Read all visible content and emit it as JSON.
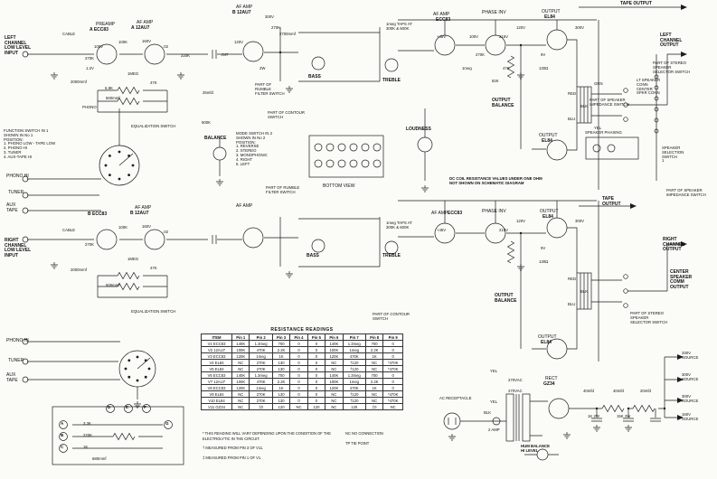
{
  "labels": {
    "tape_output_top": "TAPE OUTPUT",
    "preamp": "PREAMP",
    "v1_type": "A ECC83",
    "af_amp_1": "AF AMP",
    "v2_type": "A 12AU7",
    "left_input": "LEFT\nCHANNEL\nLOW LEVEL\nINPUT",
    "cable_top": "CABLE",
    "af_amp_2": "AF AMP",
    "v2b_type": "B 12AU7",
    "phono": "PHONO",
    "eq_switch_top": "EQUALIZATION SWITCH",
    "function_note": "FUNCTION SWITCH IN 1\nSHOWN IN No 1\nPOSITION:\n1. PHONO LOW - TAPE LOW\n2. PHONO HI\n3. TUNER\n4. AUX-TAPE HI",
    "balance": "BALANCE",
    "mode_note": "MODE SWITCH IN 2\nSHOWN IN No 2\nPOSITION:\n1. REVERSE\n2. STEREO\n3. MONOPHONIC\n4. RIGHT\n5. LEFT",
    "bass_top": "BASS",
    "treble_top": "TREBLE",
    "rumble_top": "PART OF\nRUMBLE\nFILTER SWITCH",
    "contour_top": "PART OF CONTOUR\nSWITCH",
    "taps_top": "1meg TAPS AT\n300K & 600K",
    "loudness": "LOUDNESS",
    "bottom_view": "BOTTOM VIEW",
    "rumble_mid": "PART OF RUMBLE\nFILTER SWITCH",
    "af_amp_3": "AF AMP",
    "v3_type": "ECC83",
    "phase_inv_top": "PHASE INV",
    "output_top_1": "OUTPUT",
    "el84_top_1": "EL84",
    "left_output": "LEFT\nCHANNEL\nOUTPUT",
    "stereo_sel_top": "PART OF STEREO\nSPEAKER\nSELECTOR SWITCH",
    "lt_spkr_conn": "LT SPEAKER\nCONN\nCENTER\nSPKR CONN",
    "output_balance_top": "OUTPUT\nBALANCE",
    "output_top_2": "OUTPUT",
    "el84_top_2": "EL84",
    "speaker_phasing": "SPEAKER PHASING",
    "speaker_selection": "SPEAKER\nSELECTION\nSWITCH\n1",
    "impedance_top": "PART OF SPEAKER\nIMPEDANCE SWITCH",
    "dc_coil_note": "DC COIL RESISTANCE VALUES UNDER ONE OHM\nNOT SHOWN ON SCHEMATIC DIAGRAM",
    "tape_output_mid": "TAPE\nOUTPUT",
    "impedance_mid": "PART OF SPEAKER\nIMPEDANCE SWITCH",
    "v6_type": "B ECC83",
    "af_amp_4": "AF AMP",
    "v7_type": "B 12AU7",
    "right_input": "RIGHT\nCHANNEL\nLOW LEVEL\nINPUT",
    "cable_bottom": "CABLE",
    "af_amp_5": "AF AMP",
    "bass_bottom": "BASS",
    "treble_bottom": "TREBLE",
    "taps_bottom": "1meg TAPS AT\n300K & 600K",
    "af_amp_6": "AF AMP",
    "v8_type": "ECC83",
    "phase_inv_bottom": "PHASE INV",
    "output_bottom_1": "OUTPUT",
    "el84_bottom_1": "EL84",
    "eq_switch_bottom": "EQUALIZATION SWITCH",
    "contour_bottom": "PART OF CONTOUR\nSWITCH",
    "output_balance_bottom": "OUTPUT\nBALANCE",
    "output_bottom_2": "OUTPUT",
    "el84_bottom_2": "EL84",
    "right_output": "RIGHT\nCHANNEL\nOUTPUT",
    "center_speaker": "CENTER\nSPEAKER\nCOMM\nOUTPUT",
    "stereo_sel_bottom": "PART OF STEREO\nSPEAKER\nSELECTOR SWITCH",
    "phono_hi_1": "PHONO HI",
    "tuner_1": "TUNER",
    "aux_tape_1": "AUX\nTAPE",
    "phono_hi_2": "PHONO HI",
    "tuner_2": "TUNER",
    "aux_tape_2": "AUX\nTAPE",
    "ac_receptacle": "AC RECEPTACLE",
    "rect_label": "RECT",
    "rect_type": "GZ34",
    "v270_1": "270VAC",
    "v270_2": "270VAC",
    "yel_1": "YEL",
    "yel_2": "YEL",
    "blk_1": "BLK",
    "fuse": "2 AMP",
    "hum_balance": "HUM BALANCE\nHI LEVEL",
    "src_330": "330V\nSOURCE",
    "src_300a": "300V\nSOURCE",
    "src_300b": "300V\nSOURCE",
    "src_160": "160V\nSOURCE",
    "red_t": "RED",
    "blu_t": "BLU",
    "blk_t": "BLK",
    "grn_t": "GRN",
    "yel_t": "YEL",
    "red_b": "RED",
    "blu_b": "BLU",
    "blk_b": "BLK"
  },
  "terminals": {
    "a": "A",
    "b": "B",
    "c": "C",
    "d": "D",
    "e": "E",
    "f": "F",
    "g": "G"
  },
  "values": [
    "100K",
    "270K",
    "1MEG",
    ".02",
    "47K",
    "6.8K",
    "2000mmf",
    "160V",
    "105V",
    "1.2V",
    "220K",
    "500K",
    "270K",
    "2700mmf",
    ".047",
    "120V",
    "300V",
    "2W",
    "500mmf",
    "+45V",
    "100V",
    "215V",
    "120V",
    "300V",
    "270K",
    "1meg",
    "47K",
    "82K",
    "130Ω",
    "9V",
    "+45V",
    "215V",
    "120V",
    "300V",
    "9V",
    "130Ω",
    "500mmf",
    "2000mmf",
    "270K",
    "100K",
    "1MEG",
    "47K",
    ".02",
    "160V",
    "40mfd",
    "40mfd",
    "20mfd",
    "1K 2W",
    "15K 2W",
    "3.3K",
    "220K",
    "1K",
    "680mmf",
    "25mfd"
  ],
  "table": {
    "title": "RESISTANCE READINGS",
    "headers": [
      "ITEM",
      "Pin 1",
      "Pin 2",
      "Pin 3",
      "Pin 4",
      "Pin 5",
      "Pin 6",
      "Pin 7",
      "Pin 8",
      "Pin 9"
    ],
    "rows": [
      {
        "c0": "V1 ECC83",
        "c1": "140K",
        "c2": "1.3meg",
        "c3": "700",
        "c4": "0",
        "c5": "0",
        "c6": "140K",
        "c7": "1.3meg",
        "c8": "700",
        "c9": "0"
      },
      {
        "c0": "V2 12AU7",
        "c1": "100K",
        "c2": "470K",
        "c3": "2.2K",
        "c4": "0",
        "c5": "0",
        "c6": "100K",
        "c7": "1meg",
        "c8": "2.2K",
        "c9": "0"
      },
      {
        "c0": "V3 ECC83",
        "c1": "120K",
        "c2": "1meg",
        "c3": "1K",
        "c4": "0",
        "c5": "0",
        "c6": "120K",
        "c7": "470K",
        "c8": "1K",
        "c9": "0"
      },
      {
        "c0": "V4 EL84",
        "c1": "NC",
        "c2": "270K",
        "c3": "130",
        "c4": "0",
        "c5": "0",
        "c6": "NC",
        "c7": "†120",
        "c8": "NC",
        "c9": "*470K"
      },
      {
        "c0": "V5 EL84",
        "c1": "NC",
        "c2": "270K",
        "c3": "130",
        "c4": "0",
        "c5": "0",
        "c6": "NC",
        "c7": "†120",
        "c8": "NC",
        "c9": "*470K"
      },
      {
        "c0": "V6 ECC83",
        "c1": "140K",
        "c2": "1.3meg",
        "c3": "700",
        "c4": "0",
        "c5": "0",
        "c6": "140K",
        "c7": "1.3meg",
        "c8": "700",
        "c9": "0"
      },
      {
        "c0": "V7 12AU7",
        "c1": "100K",
        "c2": "470K",
        "c3": "2.2K",
        "c4": "0",
        "c5": "0",
        "c6": "100K",
        "c7": "1meg",
        "c8": "2.2K",
        "c9": "0"
      },
      {
        "c0": "V8 ECC83",
        "c1": "120K",
        "c2": "1meg",
        "c3": "1K",
        "c4": "0",
        "c5": "0",
        "c6": "120K",
        "c7": "470K",
        "c8": "1K",
        "c9": "0"
      },
      {
        "c0": "V9 EL84",
        "c1": "NC",
        "c2": "270K",
        "c3": "130",
        "c4": "0",
        "c5": "0",
        "c6": "NC",
        "c7": "†120",
        "c8": "NC",
        "c9": "*470K"
      },
      {
        "c0": "V10 EL84",
        "c1": "NC",
        "c2": "270K",
        "c3": "130",
        "c4": "0",
        "c5": "0",
        "c6": "NC",
        "c7": "†120",
        "c8": "NC",
        "c9": "*470K"
      },
      {
        "c0": "V11 GZ34",
        "c1": "NC",
        "c2": "‡0",
        "c3": "120",
        "c4": "NC",
        "c5": "120",
        "c6": "NC",
        "c7": "120",
        "c8": "‡0",
        "c9": "NC"
      }
    ]
  },
  "notes": [
    "* THIS READING WILL VARY DEPENDING UPON THE CONDITION OF THE ELECTROLYTIC IN THE CIRCUIT.",
    "† MEASURED FROM PIN 3 OF V11.",
    "‡ MEASURED FROM PIN 1 OF V1.",
    "NC  NO CONNECTION",
    "TP  TIE POINT"
  ]
}
